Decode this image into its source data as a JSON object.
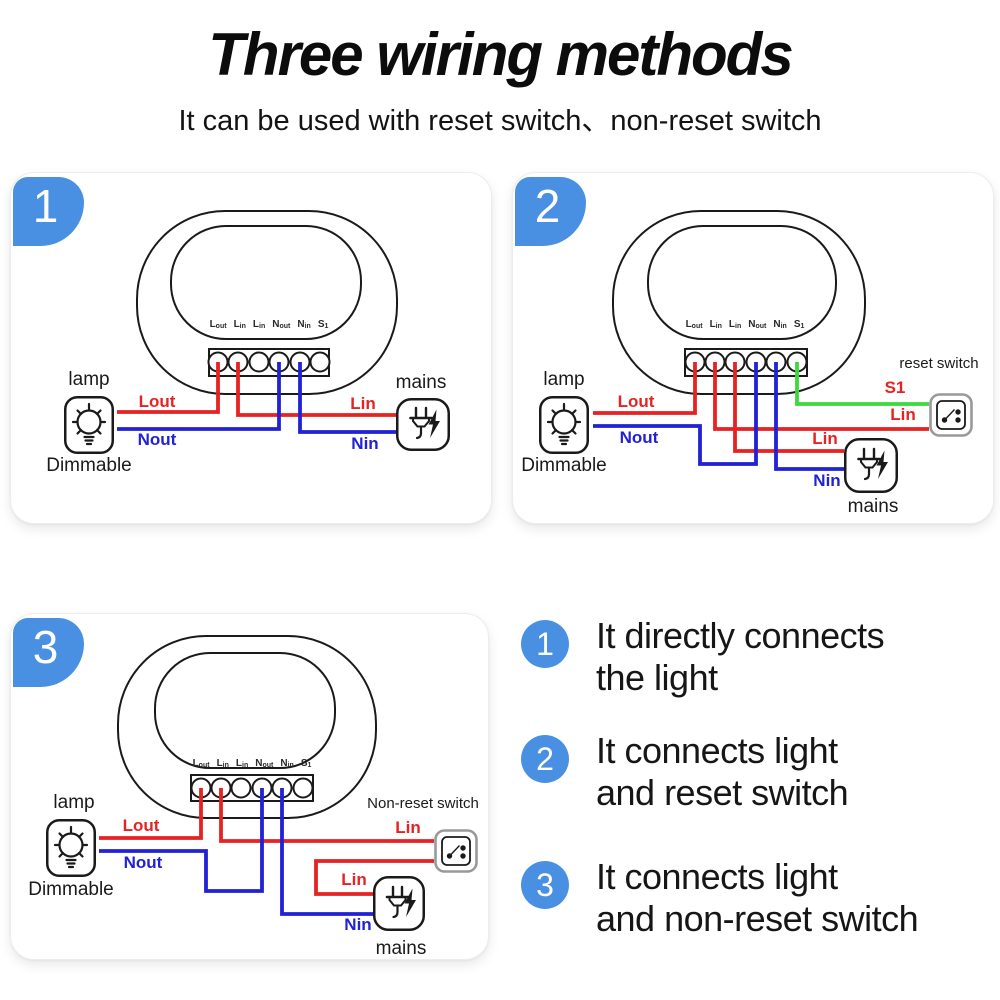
{
  "title": "Three wiring methods",
  "subtitle": "It can be used with reset switch、non-reset switch",
  "colors": {
    "accent_blue": "#4a90e2",
    "wire_red": "#e62222",
    "wire_blue": "#2121d6",
    "wire_green": "#3cd93c",
    "ink": "#1a1a1a"
  },
  "device": {
    "terminals": [
      {
        "main": "L",
        "sub": "out"
      },
      {
        "main": "L",
        "sub": "in"
      },
      {
        "main": "L",
        "sub": "in"
      },
      {
        "main": "N",
        "sub": "out"
      },
      {
        "main": "N",
        "sub": "in"
      },
      {
        "main": "S",
        "sub": "1"
      }
    ]
  },
  "icons": {
    "lamp": "bulb-icon",
    "mains": "plug-lightning-icon",
    "switch": "rocker-switch-icon"
  },
  "panels": {
    "p1": {
      "number": "1",
      "lamp_label": "lamp",
      "lamp_caption": "Dimmable",
      "mains_label": "mains",
      "wires": {
        "lout": "Lout",
        "nout": "Nout",
        "lin": "Lin",
        "nin": "Nin"
      }
    },
    "p2": {
      "number": "2",
      "lamp_label": "lamp",
      "lamp_caption": "Dimmable",
      "mains_label": "mains",
      "switch_label": "reset switch",
      "wires": {
        "lout": "Lout",
        "nout": "Nout",
        "s1": "S1",
        "lin_switch": "Lin",
        "lin_mains": "Lin",
        "nin": "Nin"
      }
    },
    "p3": {
      "number": "3",
      "lamp_label": "lamp",
      "lamp_caption": "Dimmable",
      "mains_label": "mains",
      "switch_label": "Non-reset switch",
      "wires": {
        "lout": "Lout",
        "nout": "Nout",
        "lin_switch": "Lin",
        "lin_mains": "Lin",
        "nin": "Nin"
      }
    }
  },
  "legend": {
    "items": [
      {
        "number": "1",
        "line1": "It directly connects",
        "line2": "the light"
      },
      {
        "number": "2",
        "line1": "It connects light",
        "line2": "and reset switch"
      },
      {
        "number": "3",
        "line1": "It connects light",
        "line2": "and non-reset switch"
      }
    ]
  }
}
